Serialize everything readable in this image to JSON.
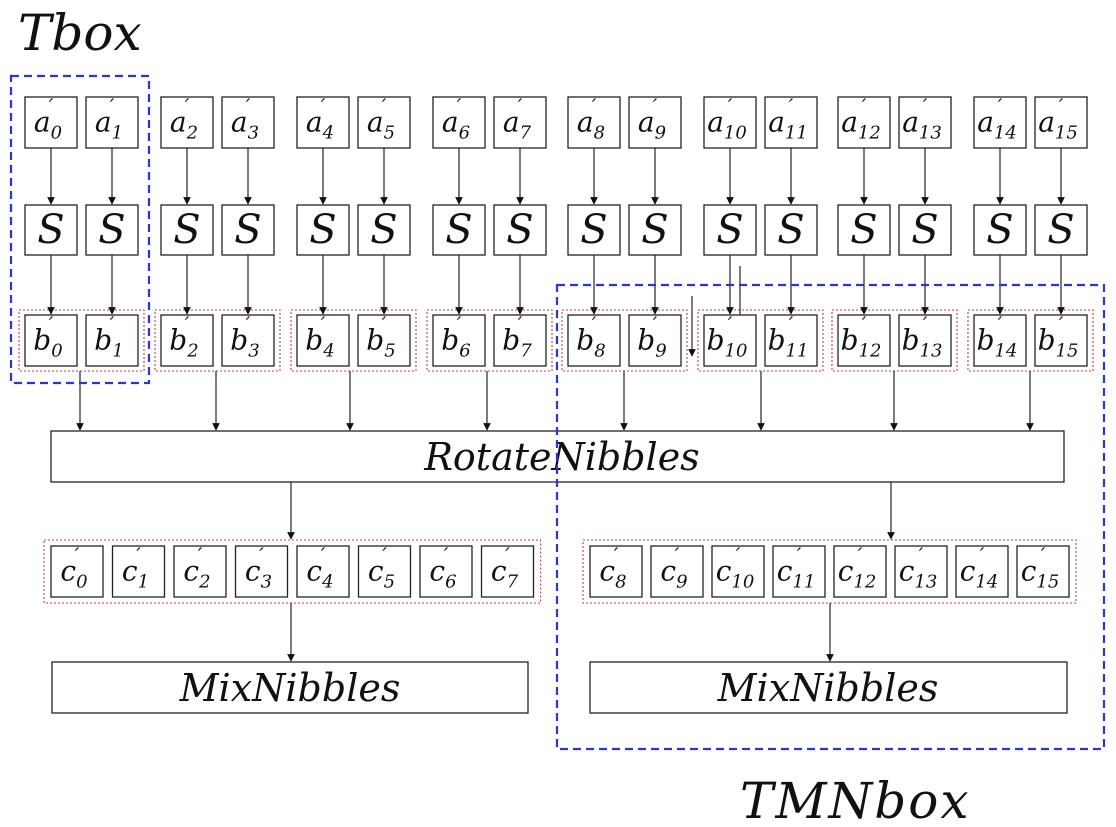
{
  "labels": {
    "tbox_title": "Tbox",
    "tmnbox_title": "TMNbox",
    "rotate": "RotateNibbles",
    "mix_left": "MixNibbles",
    "mix_right": "MixNibbles",
    "sbox_symbol": "S",
    "prime": "′"
  },
  "inputs": [
    {
      "base": "a",
      "index": "0"
    },
    {
      "base": "a",
      "index": "1"
    },
    {
      "base": "a",
      "index": "2"
    },
    {
      "base": "a",
      "index": "3"
    },
    {
      "base": "a",
      "index": "4"
    },
    {
      "base": "a",
      "index": "5"
    },
    {
      "base": "a",
      "index": "6"
    },
    {
      "base": "a",
      "index": "7"
    },
    {
      "base": "a",
      "index": "8"
    },
    {
      "base": "a",
      "index": "9"
    },
    {
      "base": "a",
      "index": "10"
    },
    {
      "base": "a",
      "index": "11"
    },
    {
      "base": "a",
      "index": "12"
    },
    {
      "base": "a",
      "index": "13"
    },
    {
      "base": "a",
      "index": "14"
    },
    {
      "base": "a",
      "index": "15"
    }
  ],
  "sbox_outputs": [
    {
      "base": "b",
      "index": "0"
    },
    {
      "base": "b",
      "index": "1"
    },
    {
      "base": "b",
      "index": "2"
    },
    {
      "base": "b",
      "index": "3"
    },
    {
      "base": "b",
      "index": "4"
    },
    {
      "base": "b",
      "index": "5"
    },
    {
      "base": "b",
      "index": "6"
    },
    {
      "base": "b",
      "index": "7"
    },
    {
      "base": "b",
      "index": "8"
    },
    {
      "base": "b",
      "index": "9"
    },
    {
      "base": "b",
      "index": "10"
    },
    {
      "base": "b",
      "index": "11"
    },
    {
      "base": "b",
      "index": "12"
    },
    {
      "base": "b",
      "index": "13"
    },
    {
      "base": "b",
      "index": "14"
    },
    {
      "base": "b",
      "index": "15"
    }
  ],
  "rotated_left": [
    {
      "base": "c",
      "index": "0"
    },
    {
      "base": "c",
      "index": "1"
    },
    {
      "base": "c",
      "index": "2"
    },
    {
      "base": "c",
      "index": "3"
    },
    {
      "base": "c",
      "index": "4"
    },
    {
      "base": "c",
      "index": "5"
    },
    {
      "base": "c",
      "index": "6"
    },
    {
      "base": "c",
      "index": "7"
    }
  ],
  "rotated_right": [
    {
      "base": "c",
      "index": "8"
    },
    {
      "base": "c",
      "index": "9"
    },
    {
      "base": "c",
      "index": "10"
    },
    {
      "base": "c",
      "index": "11"
    },
    {
      "base": "c",
      "index": "12"
    },
    {
      "base": "c",
      "index": "13"
    },
    {
      "base": "c",
      "index": "14"
    },
    {
      "base": "c",
      "index": "15"
    }
  ],
  "colors": {
    "frame_blue": "#2a35d8",
    "group_red": "#d23a3a",
    "ink": "#111111"
  }
}
